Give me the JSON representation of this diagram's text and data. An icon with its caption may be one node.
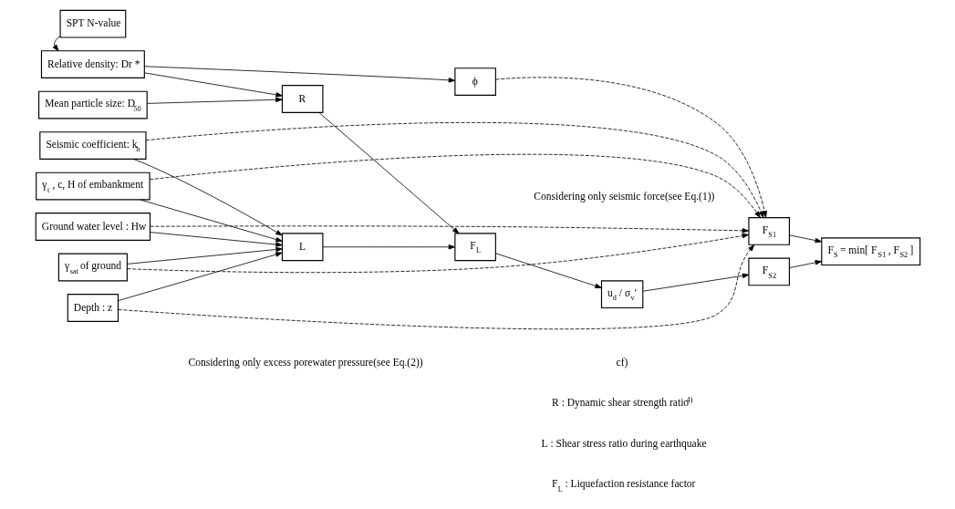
{
  "diagram": {
    "nodes": [
      {
        "text": [
          "SPT N-value"
        ]
      },
      {
        "text": [
          "Relative density: Dr *"
        ]
      },
      {
        "text": [
          "Mean particle size: D$_{50}$"
        ]
      },
      {
        "text": [
          "Seismic coefficient: k$_{h}$"
        ]
      },
      {
        "text": [
          "γ$_{t}$ , c, H of embankment"
        ]
      },
      {
        "text": [
          "Ground water level : Hw"
        ]
      },
      {
        "text": [
          "γ$_{sat}$ of ground"
        ]
      },
      {
        "text": [
          "Depth : z"
        ]
      },
      {
        "text": [
          "ϕ"
        ]
      },
      {
        "text": [
          "R"
        ]
      },
      {
        "text": [
          "L"
        ]
      },
      {
        "text": [
          "F$_{L}$"
        ]
      },
      {
        "text": [
          "u$_{d}$ / σ$_{v}$'"
        ]
      },
      {
        "text": [
          "F$_{S1}$"
        ]
      },
      {
        "text": [
          "F$_{S2}$"
        ]
      },
      {
        "text": [
          "F$_{S}$ = min[ F$_{S1}$ , F$_{S2}$ ]"
        ]
      }
    ],
    "edges": [
      {
        "from": 0,
        "to": 1,
        "arrow": "to"
      },
      {
        "from": 1,
        "to": 8,
        "arrow": "to"
      },
      {
        "from": 1,
        "to": 9,
        "arrow": "to"
      },
      {
        "from": 2,
        "to": 9,
        "arrow": "to"
      },
      {
        "from": 8,
        "to": 13,
        "arrow": "to",
        "style": "dashed"
      },
      {
        "from": 3,
        "to": 13,
        "arrow": "to",
        "style": "dashed"
      },
      {
        "from": 4,
        "to": 13,
        "arrow": "to",
        "style": "dashed"
      },
      {
        "from": 5,
        "to": 13,
        "arrow": "to",
        "style": "dashed"
      },
      {
        "from": 6,
        "to": 13,
        "arrow": "to",
        "style": "dashed"
      },
      {
        "from": 7,
        "to": 13,
        "arrow": "to",
        "style": "dashed"
      },
      {
        "from": 3,
        "to": 10,
        "arrow": "to"
      },
      {
        "from": 4,
        "to": 10,
        "arrow": "to"
      },
      {
        "from": 5,
        "to": 10,
        "arrow": "to"
      },
      {
        "from": 6,
        "to": 10,
        "arrow": "to"
      },
      {
        "from": 7,
        "to": 10,
        "arrow": "to"
      },
      {
        "from": 9,
        "to": 11,
        "arrow": "to"
      },
      {
        "from": 10,
        "to": 11,
        "arrow": "to"
      },
      {
        "from": 11,
        "to": 12,
        "arrow": "to"
      },
      {
        "from": 12,
        "to": 14,
        "arrow": "to"
      },
      {
        "from": 13,
        "to": 15,
        "arrow": "to"
      },
      {
        "from": 14,
        "to": 15,
        "arrow": "to"
      }
    ],
    "labels": [
      "Considering only seismic force(see Eq.(1))",
      "Considering only excess porewater pressure(see Eq.(2))",
      "cf)",
      "R : Dynamic shear strength ratio$^{4)}$",
      "L : Shear stress ratio during earthquake",
      "F$_{L}$ : Liquefaction resistance factor"
    ]
  }
}
